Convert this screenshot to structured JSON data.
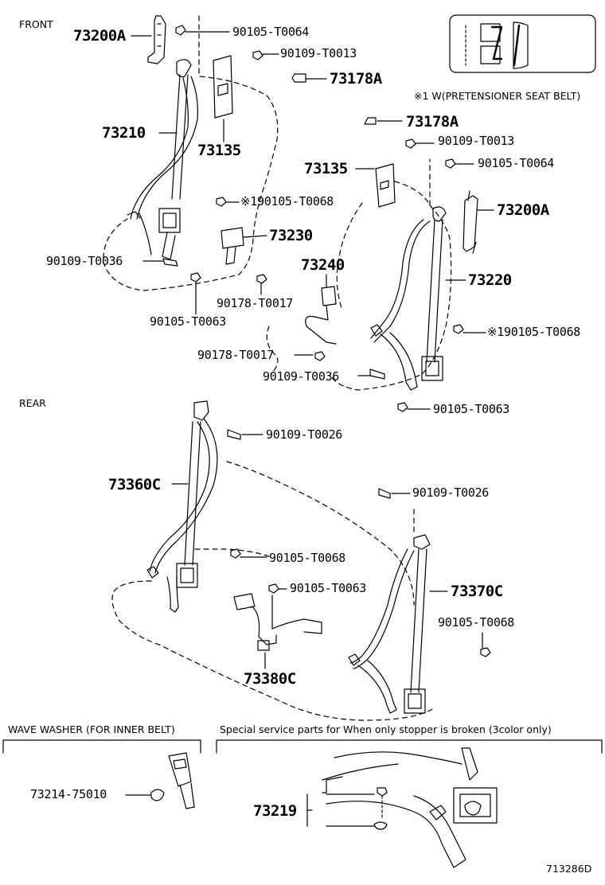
{
  "sections": {
    "front": "FRONT",
    "rear": "REAR",
    "wave_washer": "WAVE WASHER (FOR INNER BELT)",
    "special": "Special service parts for When only stopper is broken (3color only)"
  },
  "note_pretensioner": "※1 W(PRETENSIONER SEAT BELT)",
  "diagram_code": "713286D",
  "parts": {
    "p73200A_l": "73200A",
    "p90105_T0064_l": "90105-T0064",
    "p90109_T0013_l": "90109-T0013",
    "p73178A_l": "73178A",
    "p73210": "73210",
    "p73135_l": "73135",
    "p90105_T0068_l": "※190105-T0068",
    "p73230": "73230",
    "p90109_T0036_l": "90109-T0036",
    "p90178_T0017_a": "90178-T0017",
    "p90105_T0063_l": "90105-T0063",
    "p73178A_r": "73178A",
    "p90109_T0013_r": "90109-T0013",
    "p90105_T0064_r": "90105-T0064",
    "p73135_r": "73135",
    "p73200A_r": "73200A",
    "p73240": "73240",
    "p73220": "73220",
    "p90105_T0068_r": "※190105-T0068",
    "p90178_T0017_b": "90178-T0017",
    "p90109_T0036_r": "90109-T0036",
    "p90105_T0063_r": "90105-T0063",
    "p90109_T0026_a": "90109-T0026",
    "p73360C": "73360C",
    "p90109_T0026_b": "90109-T0026",
    "p90105_T0068_a": "90105-T0068",
    "p90105_T0063_c": "90105-T0063",
    "p73370C": "73370C",
    "p90105_T0068_b": "90105-T0068",
    "p73380C": "73380C",
    "p73214_75010": "73214-75010",
    "p73219": "73219"
  }
}
